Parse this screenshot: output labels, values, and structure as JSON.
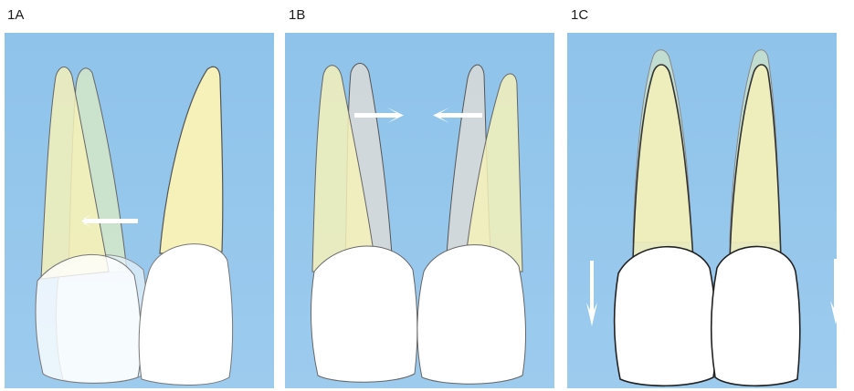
{
  "panels": [
    {
      "label": "1A"
    },
    {
      "label": "1B"
    },
    {
      "label": "1C"
    }
  ],
  "colors": {
    "panel_bg": "#95c7ec",
    "root_yellow": "#f6f1b8",
    "root_green": "#d5e8c8",
    "root_gray": "#d7d9d9",
    "crown_white": "#ffffff",
    "outline": "#555555",
    "arrow": "#ffffff"
  },
  "icons": [
    "tooth-icon",
    "arrow-left-icon",
    "arrow-right-icon",
    "arrow-down-icon"
  ]
}
